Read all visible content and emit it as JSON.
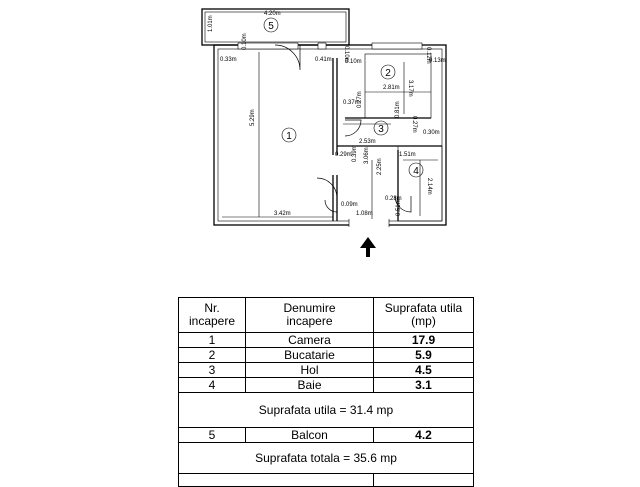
{
  "plan": {
    "dimensions": [
      "4.20m",
      "1.01m",
      "0.33m",
      "0.41m",
      "0.10m",
      "0.10m",
      "0.10m",
      "0.12m",
      "0.13m",
      "2.81m",
      "3.17m",
      "0.37m",
      "0.27m",
      "0.81m",
      "0.27m",
      "0.30m",
      "2.53m",
      "5.29m",
      "0.29m",
      "1.51m",
      "0.39m",
      "3.06m",
      "2.14m",
      "2.25m",
      "0.28m",
      "0.51m",
      "3.42m",
      "0.09m",
      "1.08m"
    ],
    "room_numbers": [
      "1",
      "2",
      "3",
      "4",
      "5"
    ],
    "entrance_icon": "arrow-up-icon"
  },
  "table": {
    "headers": [
      "Nr.\nincapere",
      "Denumire\nincapere",
      "Suprafata utila\n(mp)"
    ],
    "rows": [
      {
        "nr": "1",
        "name": "Camera",
        "area": "17.9"
      },
      {
        "nr": "2",
        "name": "Bucatarie",
        "area": "5.9"
      },
      {
        "nr": "3",
        "name": "Hol",
        "area": "4.5"
      },
      {
        "nr": "4",
        "name": "Baie",
        "area": "3.1"
      }
    ],
    "useful_total": "Suprafata utila = 31.4 mp",
    "balcony": {
      "nr": "5",
      "name": "Balcon",
      "area": "4.2"
    },
    "grand_total": "Suprafata totala = 35.6 mp"
  }
}
